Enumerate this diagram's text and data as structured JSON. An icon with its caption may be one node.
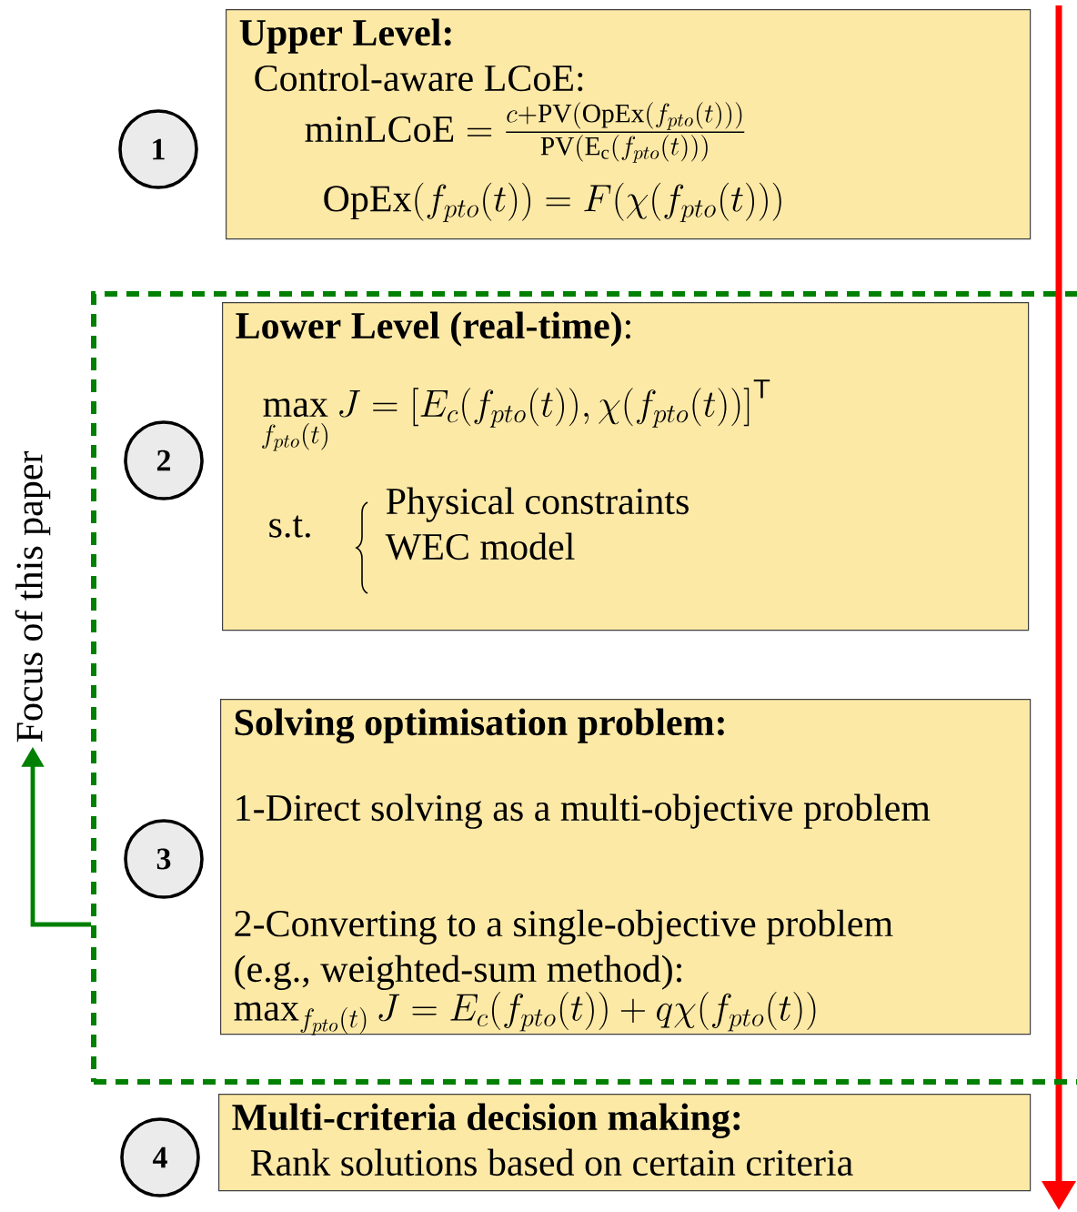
{
  "diagram": {
    "nodes": [
      {
        "text": [
          "1"
        ]
      },
      {
        "text": [
          "Upper Level:",
          "Control-aware LCoE:",
          "\\mathrm{minLCoE} = \\frac{c+\\mathrm{PV}(\\mathrm{OpEx}(f_{pto}(t)))}{\\mathrm{PV}(\\mathrm{E_c}(f_{pto}(t)))}",
          "\\mathrm{OpEx}(f_{pto}(t)) = F(\\chi(f_{pto}(t)))"
        ]
      },
      {
        "text": [],
        "shape": "box"
      },
      {
        "text": [
          "2"
        ],
        "in": 2
      },
      {
        "text": [
          "**Lower Level (real-time)**:",
          "\\max_{f_{pto}(t)} J = \\left[E_c(f_{pto}(t)), \\chi(f_{pto}(t))\\right]^{\\mathsf{T}}",
          "s.t.",
          "Physical constraints",
          "WEC model"
        ],
        "in": 2
      },
      {
        "text": [
          "3"
        ],
        "in": 2
      },
      {
        "text": [
          "Solving optimisation problem:",
          "1-Direct solving as a multi-objective problem",
          "2-Converting to a single-objective problem (e.g., weighted-sum method):",
          "\\max_{f_{pto}(t)} J = E_c(f_{pto}(t)) + q\\chi(f_{pto}(t))"
        ],
        "in": 2
      },
      {
        "text": [
          "Focus of this paper"
        ]
      },
      {
        "text": [
          "4"
        ]
      },
      {
        "text": [
          "Multi-criteria decision making:",
          "Rank solutions based on certain criteria"
        ]
      }
    ],
    "edges": [
      {
        "from": 2,
        "to": 7,
        "arrow": "to"
      }
    ]
  }
}
